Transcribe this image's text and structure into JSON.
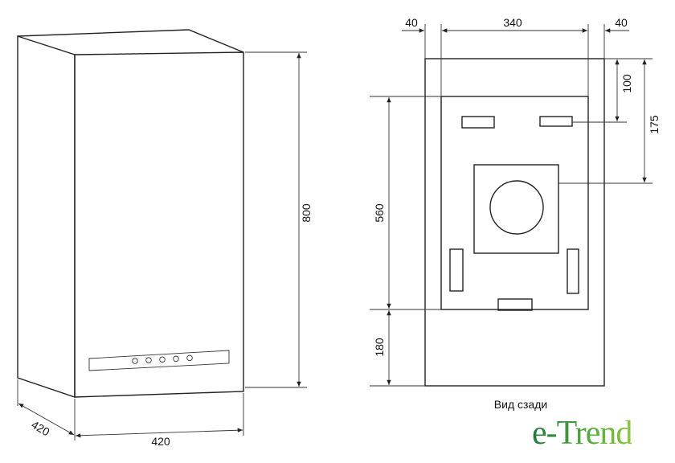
{
  "dimensions": {
    "height": "800",
    "width_front": "420",
    "depth_side": "420",
    "left_margin": "40",
    "inner_width": "340",
    "right_margin": "40",
    "top_to_vents": "100",
    "top_to_outlet": "175",
    "inner_height": "560",
    "bottom_offset": "180"
  },
  "rear_view_caption": "Вид сзади",
  "brand": "e-Trend",
  "control_buttons": 5
}
